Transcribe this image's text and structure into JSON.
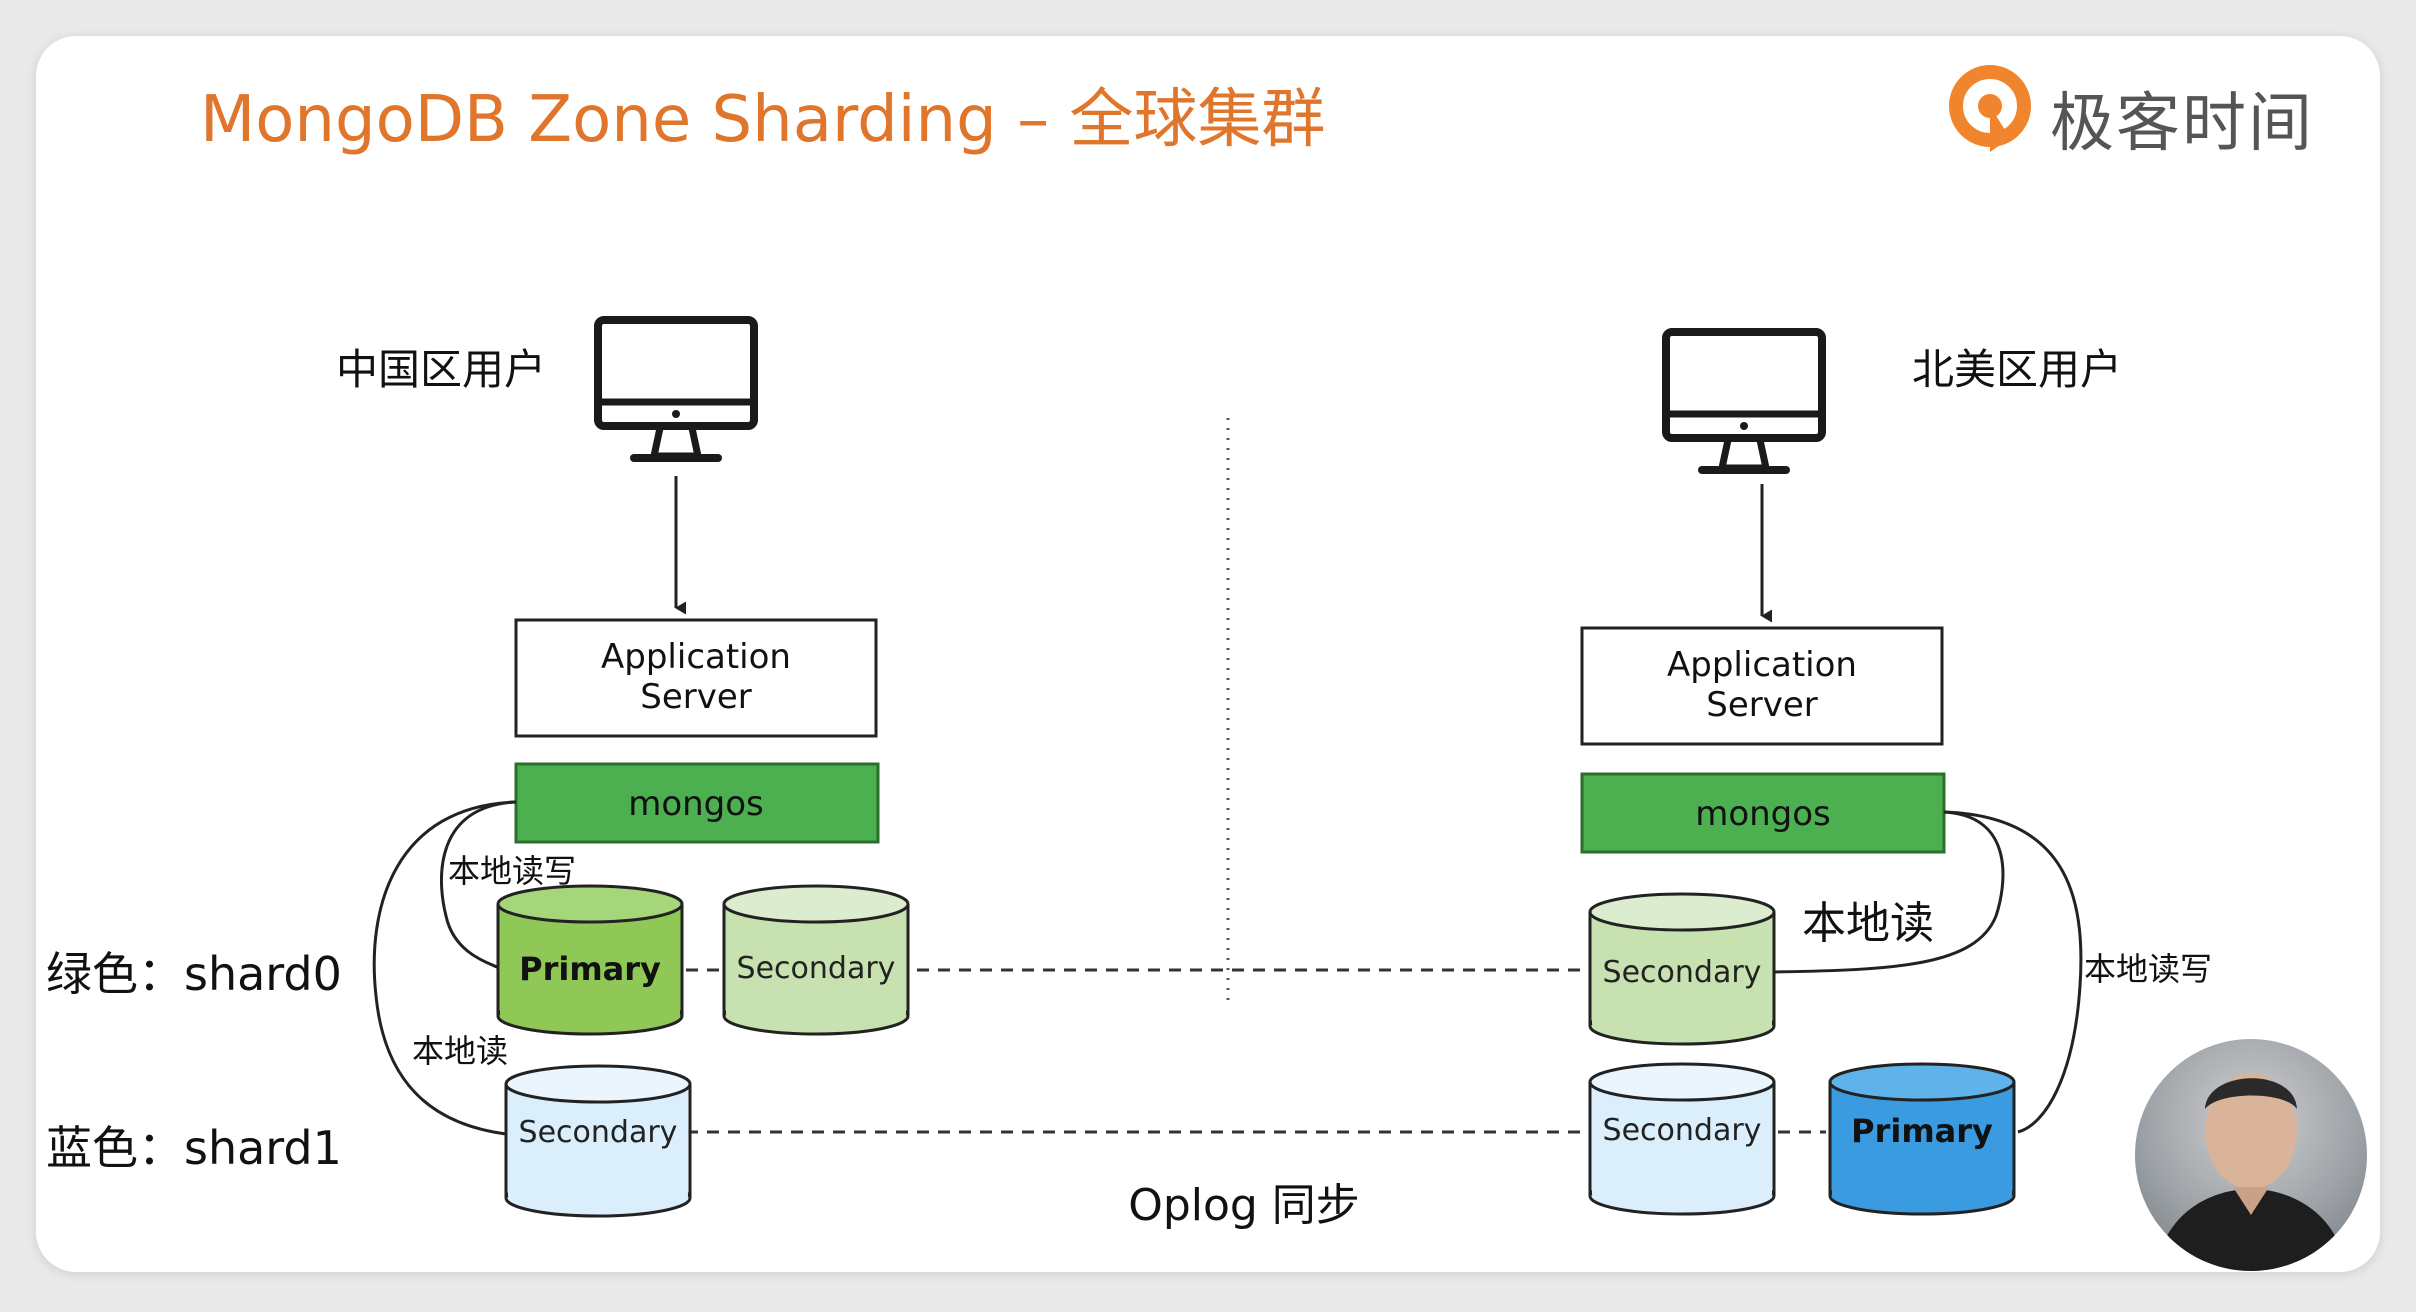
{
  "title": "MongoDB Zone Sharding – 全球集群",
  "logo": {
    "text": "极客时间",
    "icon": "geektime-logo-icon"
  },
  "colors": {
    "title": "#e0752c",
    "mongos": "#4caf50",
    "shard0_primary": "#8fc856",
    "shard0_secondary": "#c7e2b0",
    "shard1_primary": "#3a9be0",
    "shard1_secondary": "#dbeefb"
  },
  "left_region": {
    "user_label": "中国区用户",
    "app_server": {
      "line1": "Application",
      "line2": "Server"
    },
    "mongos": "mongos",
    "rw_label": "本地读写",
    "read_label": "本地读",
    "shard0_primary": "Primary",
    "shard0_secondary": "Secondary",
    "shard1_secondary": "Secondary"
  },
  "right_region": {
    "user_label": "北美区用户",
    "app_server": {
      "line1": "Application",
      "line2": "Server"
    },
    "mongos": "mongos",
    "read_label": "本地读",
    "rw_label": "本地读写",
    "shard0_secondary": "Secondary",
    "shard1_secondary": "Secondary",
    "shard1_primary": "Primary"
  },
  "legend": {
    "shard0": "绿色：shard0",
    "shard1": "蓝色：shard1"
  },
  "oplog_label": "Oplog 同步"
}
